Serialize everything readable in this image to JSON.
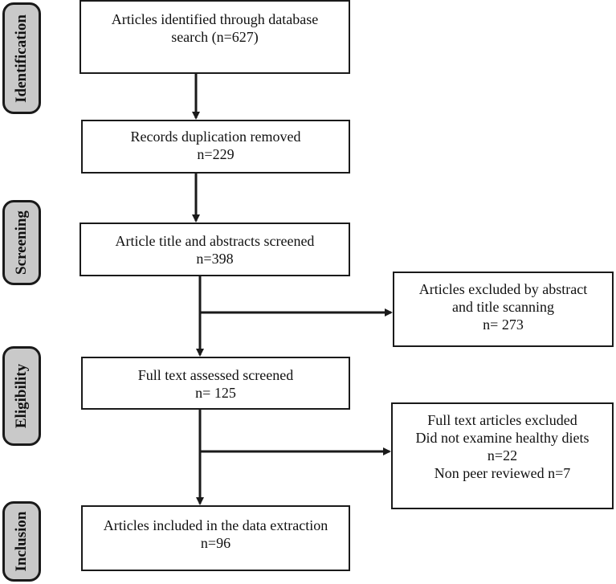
{
  "stages": {
    "identification": "Identification",
    "screening": "Screening",
    "eligibility": "Eligibility",
    "inclusion": "Inclusion"
  },
  "boxes": {
    "identified": {
      "line1": "Articles identified through database",
      "line2": "search (n=627)"
    },
    "duplicates": {
      "line1": "Records duplication removed",
      "line2": "n=229"
    },
    "screened": {
      "line1": "Article title and abstracts screened",
      "line2": "n=398"
    },
    "fulltext": {
      "line1": "Full text assessed screened",
      "line2": "n= 125"
    },
    "included": {
      "line1": "Articles included in the data extraction",
      "line2": "n=96"
    },
    "excluded_abstract": {
      "line1": "Articles excluded by abstract",
      "line2": "and title scanning",
      "line3": "n= 273"
    },
    "excluded_fulltext": {
      "line1": "Full text articles excluded",
      "line2": "Did not examine healthy diets",
      "line3": "n=22",
      "line4": "Non peer reviewed n=7"
    }
  },
  "colors": {
    "tab_fill": "#c9c9c9",
    "line": "#1a1a1a"
  }
}
